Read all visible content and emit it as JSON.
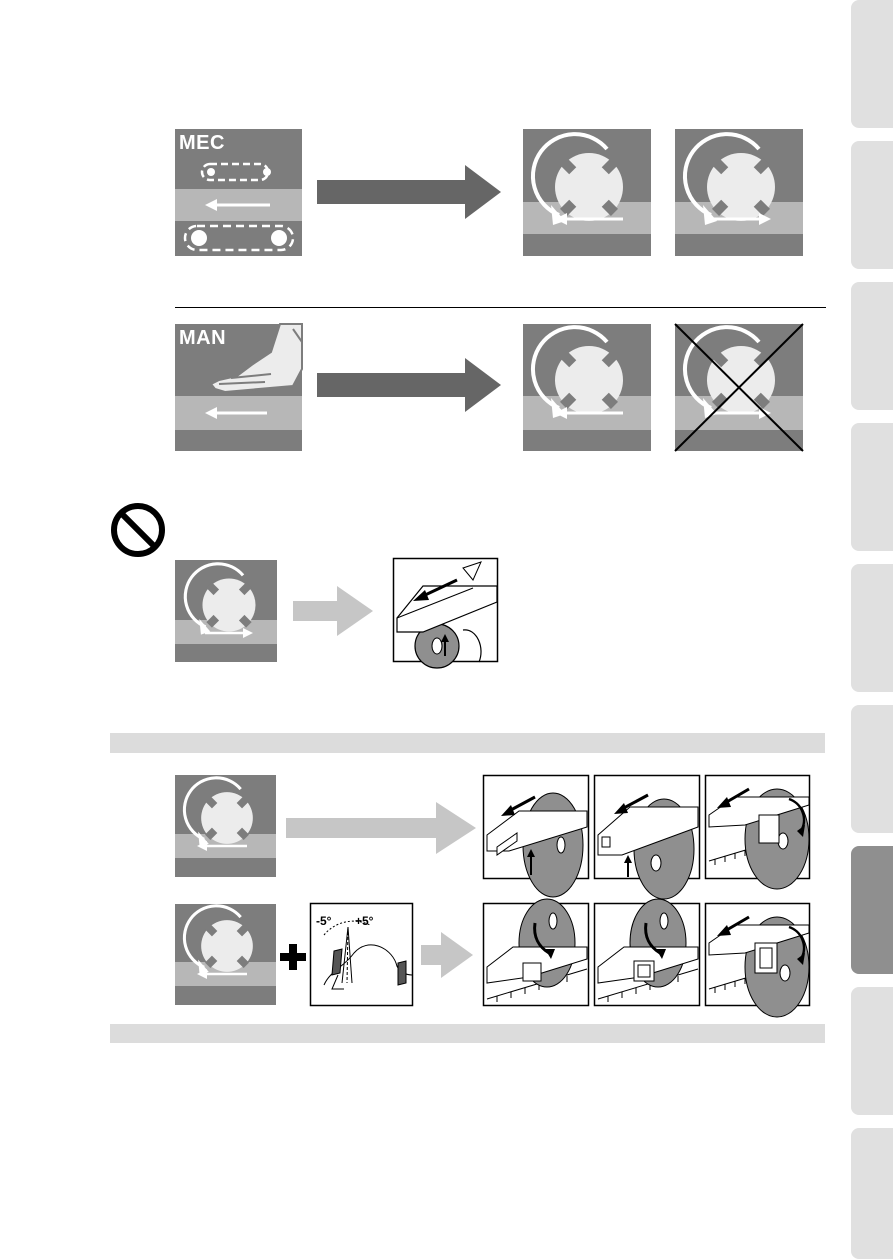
{
  "mode_labels": {
    "mec": "MEC",
    "man": "MAN"
  },
  "angle_labels": {
    "minus": "-5°",
    "plus": "+5°"
  },
  "colors": {
    "panel_dark": "#7d7d7d",
    "panel_strip": "#b7b7b7",
    "arrow_dark": "#666666",
    "arrow_light": "#c6c6c6",
    "tab": "#e0e0e0",
    "tab_active": "#8f8f8f",
    "band": "#dcdcdc"
  },
  "icons": [
    "blade-rotation-icon",
    "feed-direction-arrow",
    "prohibited-icon",
    "plus-icon",
    "cross-out-icon",
    "hand-icon",
    "vise-icon"
  ]
}
